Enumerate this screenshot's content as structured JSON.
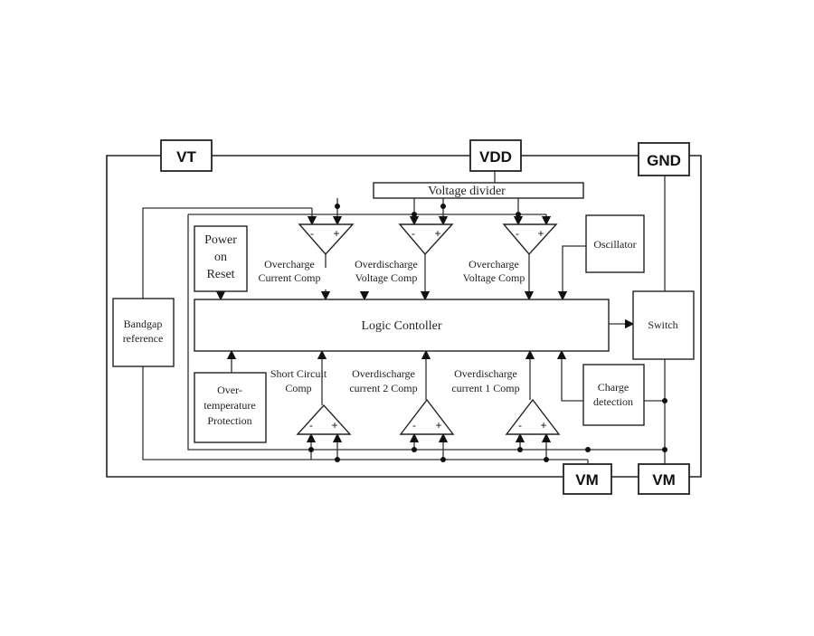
{
  "pins": {
    "vt": "VT",
    "vdd": "VDD",
    "gnd": "GND",
    "vm_left": "VM",
    "vm_right": "VM"
  },
  "blocks": {
    "voltage_divider": "Voltage divider",
    "logic_controller": "Logic Contoller",
    "power_on_reset": [
      "Power",
      "on",
      "Reset"
    ],
    "bandgap": [
      "Bandgap",
      "reference"
    ],
    "oscillator": "Oscillator",
    "switch": "Switch",
    "charge_detection": [
      "Charge",
      "detection"
    ],
    "over_temp": [
      "Over-",
      "temperature",
      "Protection"
    ]
  },
  "comparators_top": [
    {
      "label": [
        "Overcharge",
        "Current Comp"
      ]
    },
    {
      "label": [
        "Overdischarge",
        "Voltage Comp"
      ]
    },
    {
      "label": [
        "Overcharge",
        "Voltage Comp"
      ]
    }
  ],
  "comparators_bottom": [
    {
      "label": [
        "Short Circuit",
        "Comp"
      ]
    },
    {
      "label": [
        "Overdischarge",
        "current 2 Comp"
      ]
    },
    {
      "label": [
        "Overdischarge",
        "current 1 Comp"
      ]
    }
  ],
  "signs": {
    "minus": "-",
    "plus": "+"
  }
}
